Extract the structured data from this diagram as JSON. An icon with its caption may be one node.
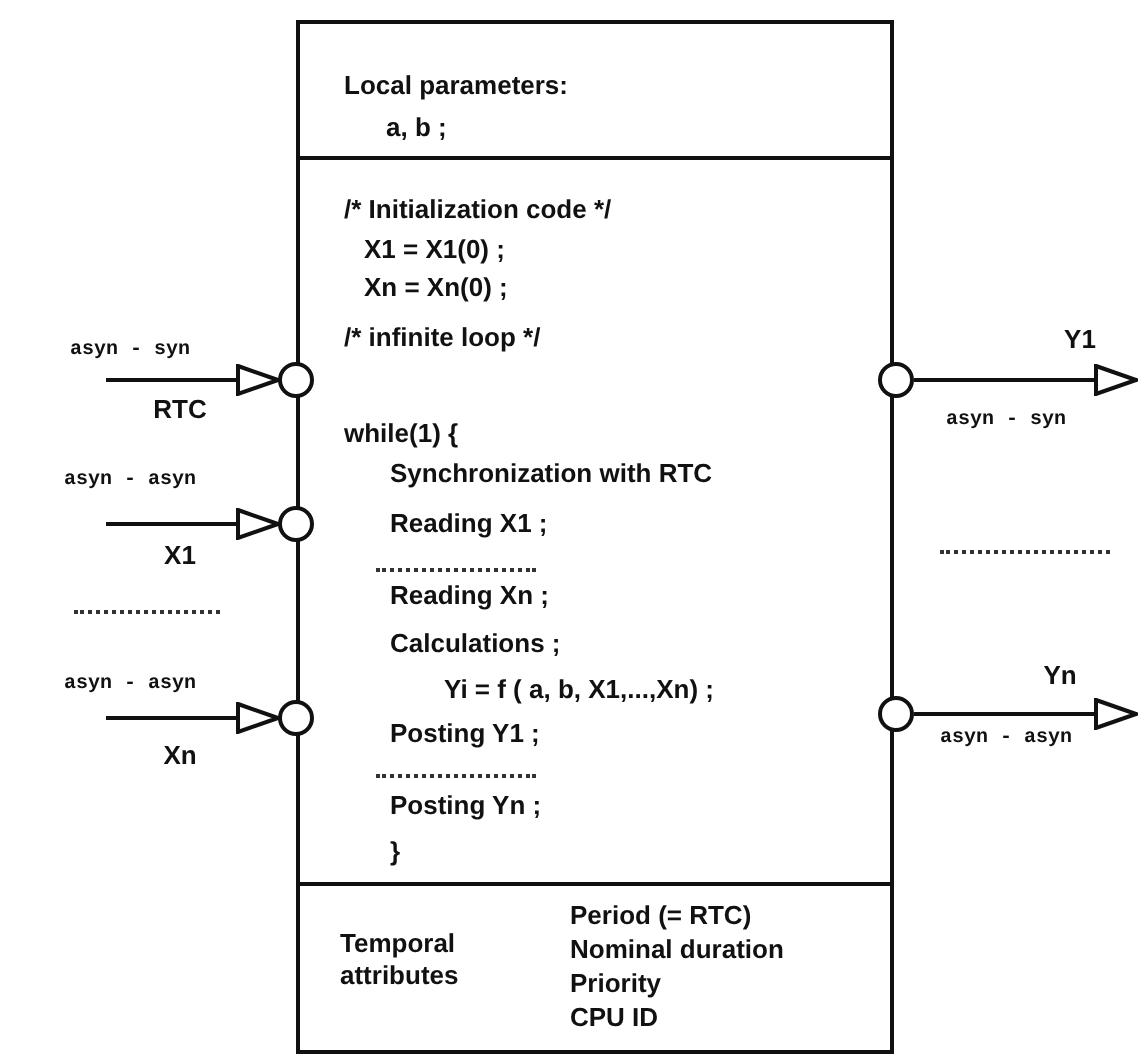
{
  "diagram": {
    "nodes": [
      {
        "text": [],
        "shape": "box"
      },
      {
        "text": [
          "Local parameters:",
          "a, b ;"
        ],
        "in": 0
      },
      {
        "text": [
          "/* Initialization code */",
          "X1 = X1(0) ;",
          "Xn = Xn(0) ;",
          "/* infinite loop */",
          "while(1) {",
          "Synchronization with RTC",
          "Reading X1 ;",
          "Reading Xn ;",
          "Calculations ;",
          "Yi = f ( a, b, X1,...,Xn) ;",
          "Posting Y1 ;",
          "Posting Yn ;",
          "}"
        ],
        "in": 0
      },
      {
        "text": [
          "Temporal attributes",
          "Period (= RTC)",
          "Nominal duration",
          "Priority",
          "CPU ID"
        ],
        "in": 0
      },
      {
        "text": [],
        "shape": "circle"
      },
      {
        "text": [],
        "shape": "circle"
      },
      {
        "text": [],
        "shape": "circle"
      },
      {
        "text": [],
        "shape": "circle"
      },
      {
        "text": [],
        "shape": "circle"
      }
    ],
    "edges": [
      {
        "from": null,
        "to": 4,
        "arrow": "to",
        "label": "RTC"
      },
      {
        "from": null,
        "to": 5,
        "arrow": "to",
        "label": "X1"
      },
      {
        "from": null,
        "to": 6,
        "arrow": "to",
        "label": "Xn"
      },
      {
        "from": 7,
        "to": null,
        "arrow": "to",
        "label": "Y1"
      },
      {
        "from": 8,
        "to": null,
        "arrow": "to",
        "label": "Yn"
      }
    ],
    "labels": [
      "asyn - syn",
      "asyn - syn",
      "asyn - asyn",
      "asyn - asyn",
      "asyn - asyn"
    ]
  }
}
